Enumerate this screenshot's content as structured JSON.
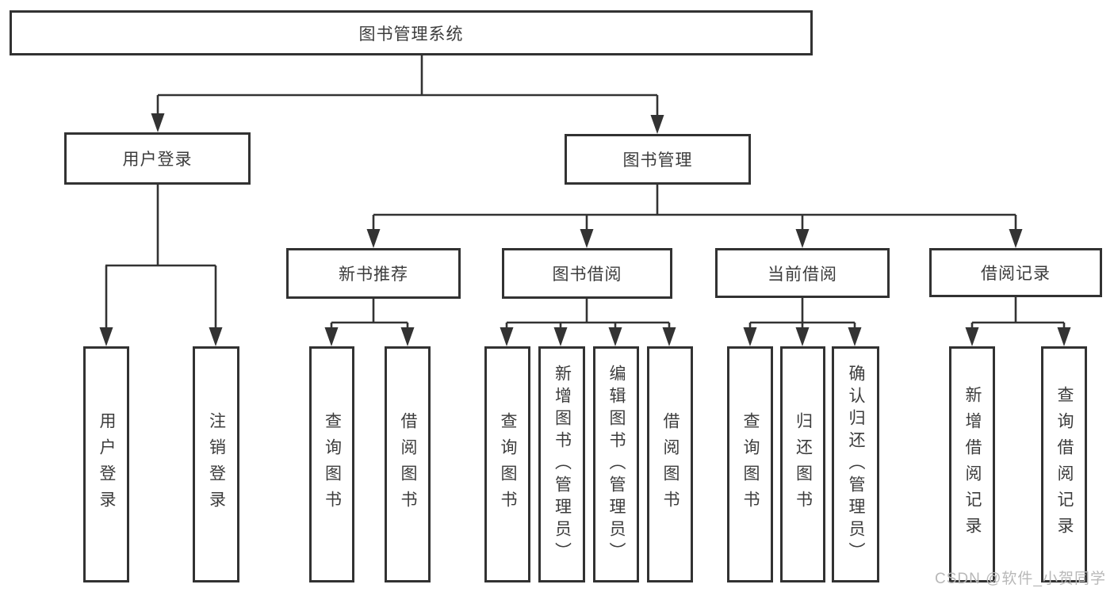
{
  "diagram": {
    "root": {
      "label": "图书管理系统"
    },
    "branches": [
      {
        "label": "用户登录",
        "children": [
          {
            "label": "用户登录"
          },
          {
            "label": "注销登录"
          }
        ]
      },
      {
        "label": "图书管理",
        "children": [
          {
            "label": "新书推荐",
            "children": [
              {
                "label": "查询图书"
              },
              {
                "label": "借阅图书"
              }
            ]
          },
          {
            "label": "图书借阅",
            "children": [
              {
                "label": "查询图书"
              },
              {
                "label": "新增图书（管理员）"
              },
              {
                "label": "编辑图书（管理员）"
              },
              {
                "label": "借阅图书"
              }
            ]
          },
          {
            "label": "当前借阅",
            "children": [
              {
                "label": "查询图书"
              },
              {
                "label": "归还图书"
              },
              {
                "label": "确认归还（管理员）"
              }
            ]
          },
          {
            "label": "借阅记录",
            "children": [
              {
                "label": "新增借阅记录"
              },
              {
                "label": "查询借阅记录"
              }
            ]
          }
        ]
      }
    ]
  },
  "watermark": {
    "text": "CSDN @软件_小贺同学"
  },
  "colors": {
    "line": "#333333",
    "box_border": "#323232",
    "box_fill": "#ffffff",
    "text": "#3c3c3c",
    "watermark": "#b8b8b8",
    "background": "#ffffff"
  }
}
